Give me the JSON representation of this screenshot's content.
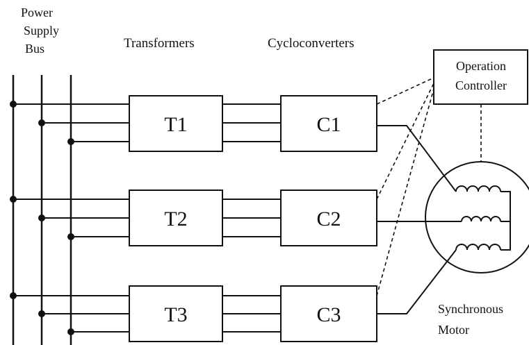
{
  "labels": {
    "bus_line1": "Power",
    "bus_line2": "Supply",
    "bus_line3": "Bus",
    "transformers": "Transformers",
    "cycloconverters": "Cycloconverters",
    "controller_line1": "Operation",
    "controller_line2": "Controller",
    "motor_line1": "Synchronous",
    "motor_line2": "Motor"
  },
  "transformers": [
    "T1",
    "T2",
    "T3"
  ],
  "cycloconverters": [
    "C1",
    "C2",
    "C3"
  ],
  "colors": {
    "line": "#111111",
    "background": "#ffffff"
  }
}
